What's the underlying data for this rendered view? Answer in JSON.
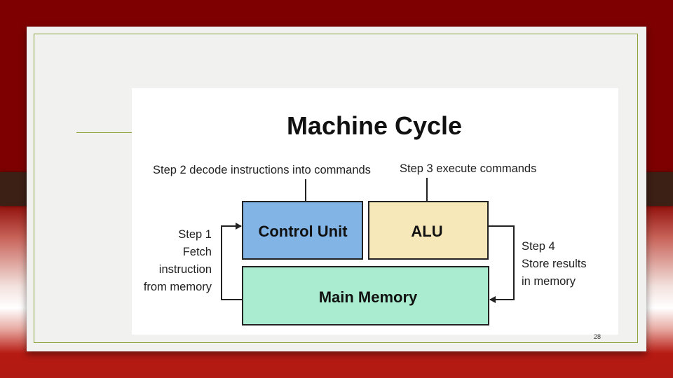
{
  "slide": {
    "page_number": "28"
  },
  "diagram": {
    "title": "Machine Cycle",
    "step2_label": "Step 2 decode instructions into commands",
    "step3_label": "Step 3 execute commands",
    "step1_lines": [
      "Step 1",
      "Fetch",
      "instruction",
      "from memory"
    ],
    "step4_lines": [
      "Step 4",
      "Store results",
      "in memory"
    ],
    "boxes": {
      "control_unit": {
        "label": "Control Unit",
        "fill": "#82b4e6"
      },
      "alu": {
        "label": "ALU",
        "fill": "#f6e8b8"
      },
      "main_memory": {
        "label": "Main Memory",
        "fill": "#aaecd0"
      }
    }
  },
  "colors": {
    "background_red": "#7e0000",
    "frame_green": "#8aa13a"
  }
}
